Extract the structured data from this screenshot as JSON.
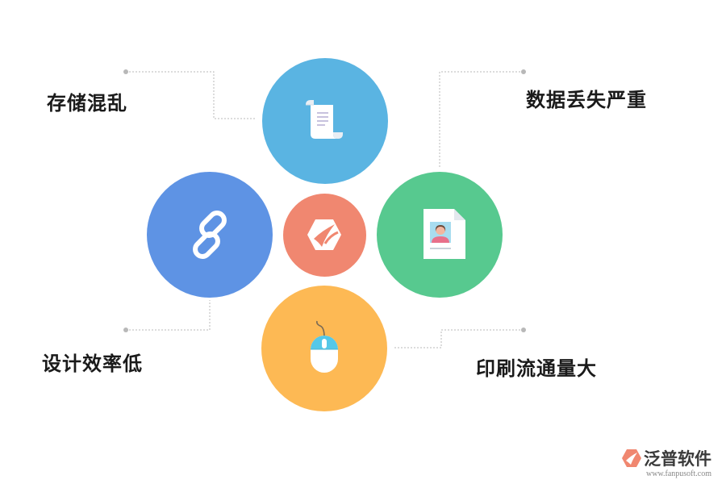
{
  "labels": {
    "top_left": "存储混乱",
    "top_right": "数据丢失严重",
    "bottom_left": "设计效率低",
    "bottom_right": "印刷流通量大"
  },
  "colors": {
    "top": "#5ab4e2",
    "left": "#5e93e4",
    "right": "#57c98f",
    "bottom": "#fdb954",
    "center": "#f08770",
    "connector": "#b8b8b8"
  },
  "icons": {
    "top": "document-scroll-icon",
    "left": "chain-link-icon",
    "right": "profile-card-icon",
    "bottom": "computer-mouse-icon",
    "center": "center-logo-icon"
  },
  "brand": {
    "name": "泛普软件",
    "url": "www.fanpusoft.com"
  }
}
